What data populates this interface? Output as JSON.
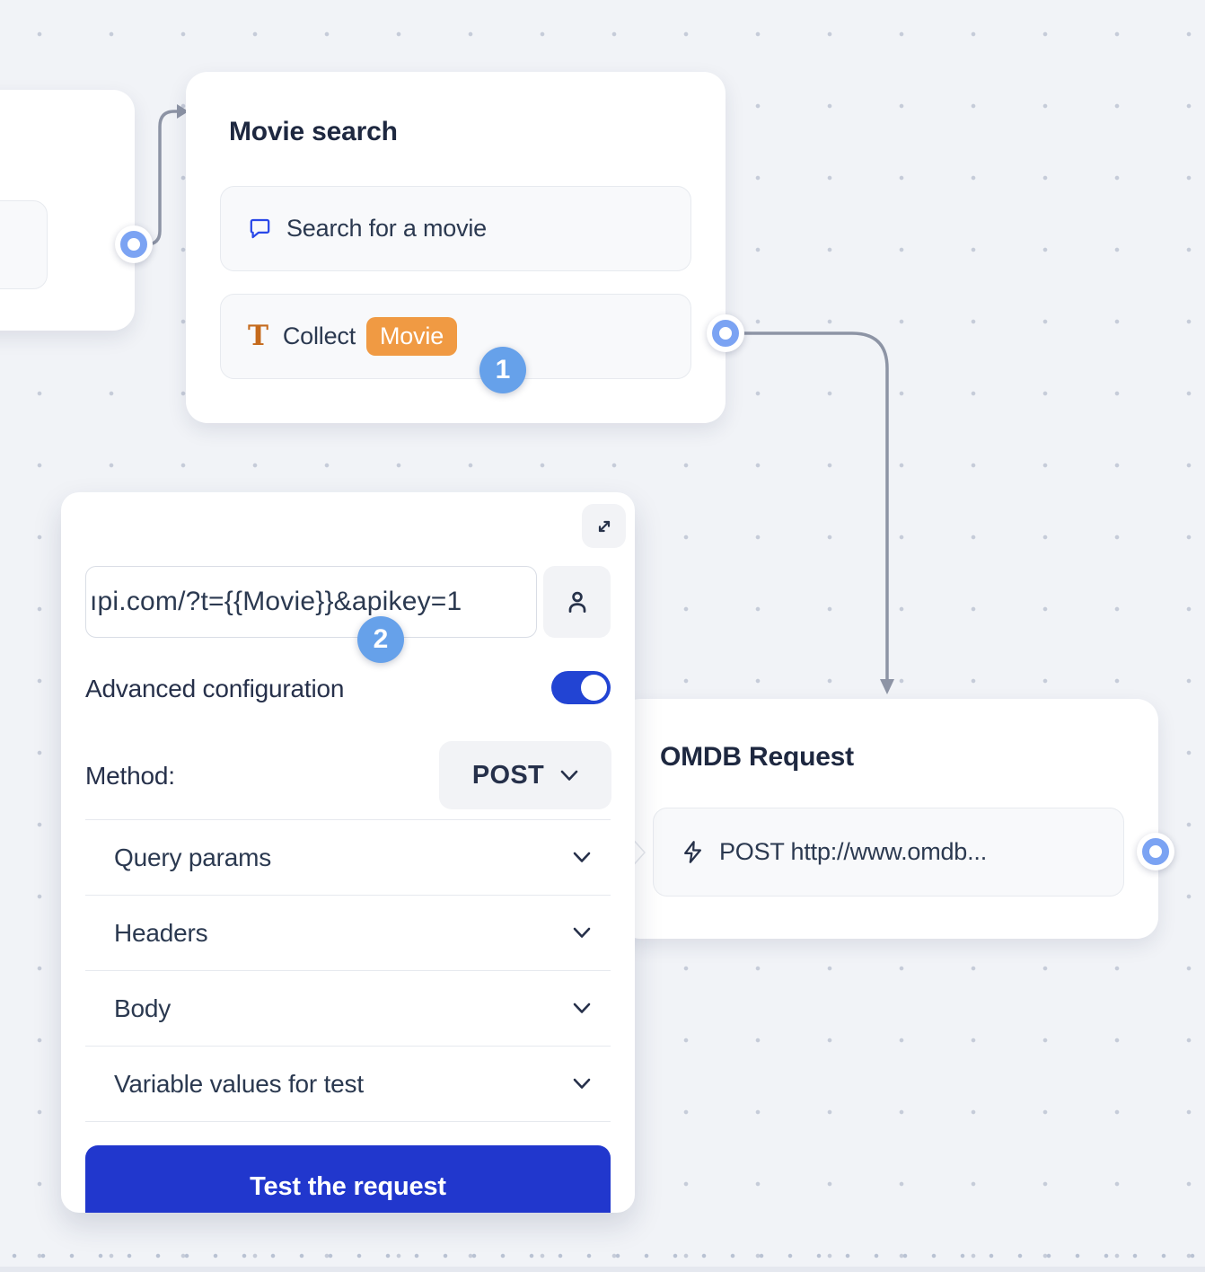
{
  "canvas": {
    "background": "#f1f3f7",
    "dot_color": "#c6ccd9",
    "connector_color": "#8d94a5"
  },
  "nodes": {
    "movie_search": {
      "title": "Movie search",
      "items": [
        {
          "icon": "chat-bubble-icon",
          "label": "Search for a movie"
        },
        {
          "icon": "text-field-icon",
          "label": "Collect",
          "variable_chip": "Movie"
        }
      ]
    },
    "omdb_request": {
      "title": "OMDB Request",
      "items": [
        {
          "icon": "zap-icon",
          "label": "POST http://www.omdb..."
        }
      ]
    }
  },
  "step_badges": {
    "step1": "1",
    "step2": "2"
  },
  "webhook_panel": {
    "url_input": {
      "value": "ıpi.com/?t={{Movie}}&apikey=1"
    },
    "advanced_configuration_label": "Advanced configuration",
    "advanced_configuration_enabled": true,
    "method_label": "Method:",
    "method_value": "POST",
    "sections": [
      {
        "label": "Query params"
      },
      {
        "label": "Headers"
      },
      {
        "label": "Body"
      },
      {
        "label": "Variable values for test"
      }
    ],
    "test_button_label": "Test the request"
  },
  "colors": {
    "button_blue": "#2137cd",
    "toggle_blue": "#2244d3",
    "variable_orange": "#f09a43",
    "badge_blue": "#66a1ea",
    "port_ring_blue": "#7ba3f3"
  }
}
